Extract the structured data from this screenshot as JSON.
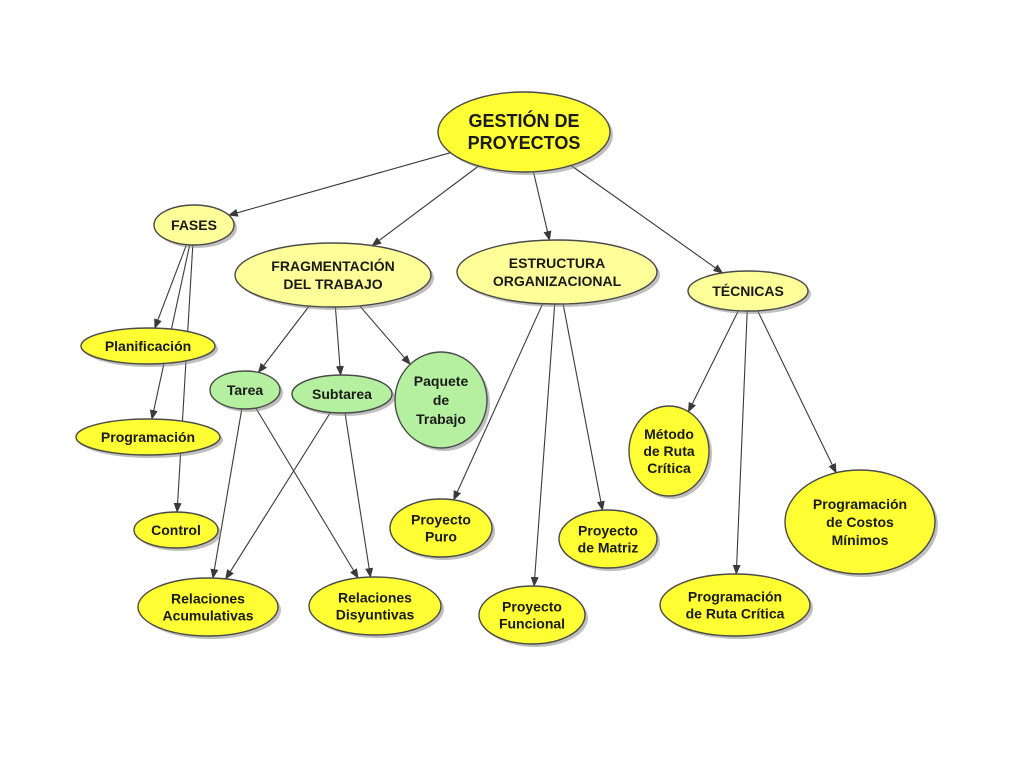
{
  "colors": {
    "yellow_node": "#FFFF33",
    "pale_node": "#FFFF99",
    "green_node": "#B4F0A0",
    "edge": "#3a3a3a"
  },
  "nodes": {
    "gestion": {
      "lines": [
        "GESTIÓN DE",
        "PROYECTOS"
      ],
      "color": "yellow_node"
    },
    "fases": {
      "lines": [
        "FASES"
      ],
      "color": "pale_node"
    },
    "fragmentacion": {
      "lines": [
        "FRAGMENTACIÓN",
        "DEL TRABAJO"
      ],
      "color": "pale_node"
    },
    "estructura": {
      "lines": [
        "ESTRUCTURA",
        "ORGANIZACIONAL"
      ],
      "color": "pale_node"
    },
    "tecnicas": {
      "lines": [
        "TÉCNICAS"
      ],
      "color": "pale_node"
    },
    "planificacion": {
      "lines": [
        "Planificación"
      ],
      "color": "yellow_node"
    },
    "programacion": {
      "lines": [
        "Programación"
      ],
      "color": "yellow_node"
    },
    "control": {
      "lines": [
        "Control"
      ],
      "color": "yellow_node"
    },
    "tarea": {
      "lines": [
        "Tarea"
      ],
      "color": "green_node"
    },
    "subtarea": {
      "lines": [
        "Subtarea"
      ],
      "color": "green_node"
    },
    "paquete": {
      "lines": [
        "Paquete",
        "de",
        "Trabajo"
      ],
      "color": "green_node"
    },
    "rel_acum": {
      "lines": [
        "Relaciones",
        "Acumulativas"
      ],
      "color": "yellow_node"
    },
    "rel_disy": {
      "lines": [
        "Relaciones",
        "Disyuntivas"
      ],
      "color": "yellow_node"
    },
    "proy_puro": {
      "lines": [
        "Proyecto",
        "Puro"
      ],
      "color": "yellow_node"
    },
    "proy_func": {
      "lines": [
        "Proyecto",
        "Funcional"
      ],
      "color": "yellow_node"
    },
    "proy_matriz": {
      "lines": [
        "Proyecto",
        "de Matriz"
      ],
      "color": "yellow_node"
    },
    "metodo_ruta": {
      "lines": [
        "Método",
        "de Ruta",
        "Crítica"
      ],
      "color": "yellow_node"
    },
    "prog_ruta": {
      "lines": [
        "Programación",
        "de Ruta Crítica"
      ],
      "color": "yellow_node"
    },
    "prog_costos": {
      "lines": [
        "Programación",
        "de Costos",
        "Mínimos"
      ],
      "color": "yellow_node"
    }
  },
  "edges": [
    [
      "gestion",
      "fases"
    ],
    [
      "gestion",
      "fragmentacion"
    ],
    [
      "gestion",
      "estructura"
    ],
    [
      "gestion",
      "tecnicas"
    ],
    [
      "fases",
      "planificacion"
    ],
    [
      "fases",
      "programacion"
    ],
    [
      "fases",
      "control"
    ],
    [
      "fragmentacion",
      "tarea"
    ],
    [
      "fragmentacion",
      "subtarea"
    ],
    [
      "fragmentacion",
      "paquete"
    ],
    [
      "tarea",
      "rel_acum"
    ],
    [
      "tarea",
      "rel_disy"
    ],
    [
      "subtarea",
      "rel_acum"
    ],
    [
      "subtarea",
      "rel_disy"
    ],
    [
      "estructura",
      "proy_puro"
    ],
    [
      "estructura",
      "proy_func"
    ],
    [
      "estructura",
      "proy_matriz"
    ],
    [
      "tecnicas",
      "metodo_ruta"
    ],
    [
      "tecnicas",
      "prog_ruta"
    ],
    [
      "tecnicas",
      "prog_costos"
    ]
  ]
}
